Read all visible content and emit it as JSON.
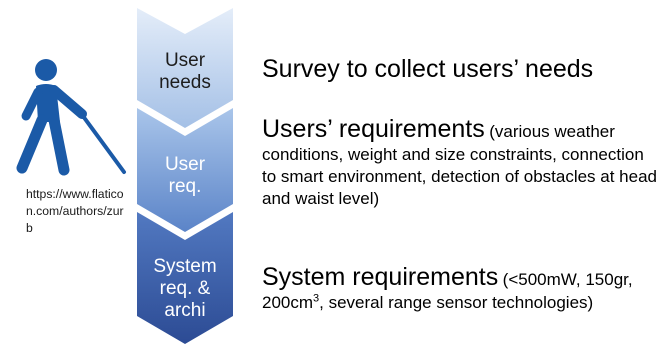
{
  "colors": {
    "chevron_top_light": "#dfe9f8",
    "chevron_top_dark": "#9ab8e1",
    "chevron_mid_light": "#9fbde6",
    "chevron_mid_dark": "#5f86c9",
    "chevron_bot_light": "#4d74bd",
    "chevron_bot_dark": "#2f4f9a",
    "icon": "#1b5aa7"
  },
  "icon_name": "blind-person-with-cane-icon",
  "credit": "https://www.flaticon.com/authors/zurb",
  "steps": [
    {
      "label_line1": "User",
      "label_line2": "needs",
      "title": "Survey to collect users’ needs",
      "detail": ""
    },
    {
      "label_line1": "User",
      "label_line2": "req.",
      "title": "Users’ requirements",
      "detail": "(various weather conditions, weight and size constraints, connection to smart environment, detection of obstacles at head and waist level)"
    },
    {
      "label_line1": "System",
      "label_line2": "req. &",
      "label_line3": "archi",
      "title": "System requirements",
      "detail_part1": "(<500mW, 150gr, 200cm",
      "detail_sup": "3",
      "detail_part2": ", several range sensor technologies)"
    }
  ]
}
